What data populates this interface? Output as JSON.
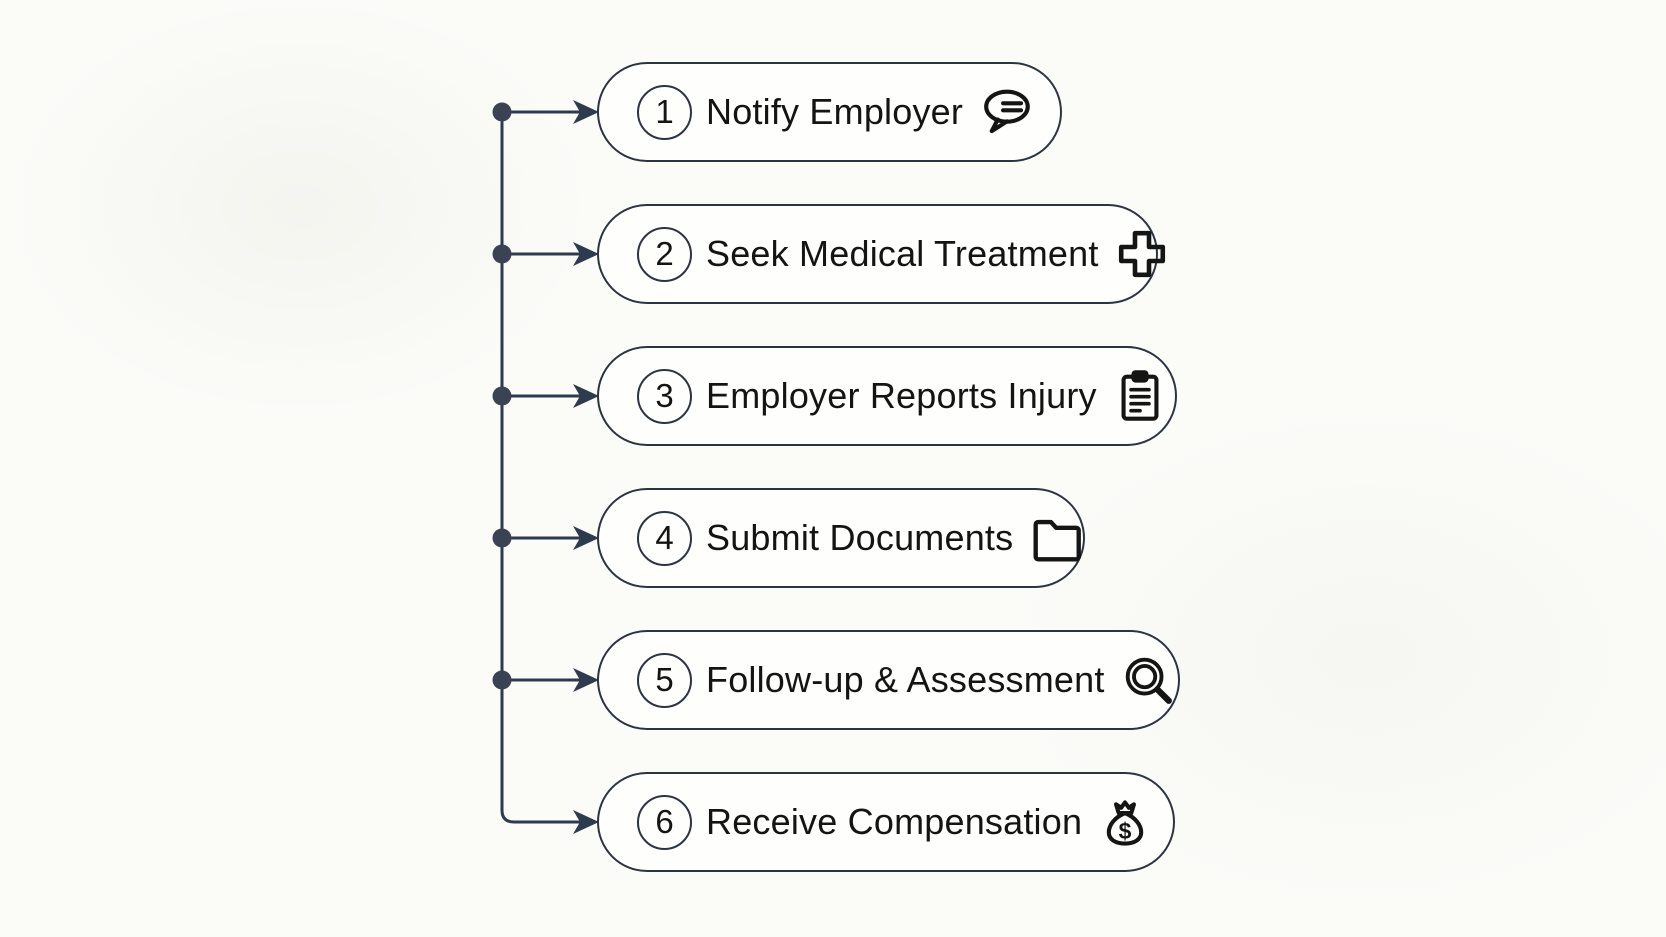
{
  "diagram": {
    "name": "workers-compensation-claim-process",
    "colors": {
      "bg": "#fbfbf8",
      "pill-bg": "#fefefc",
      "connector": "#2e3a4e",
      "dot": "#3a4254",
      "border": "#2c3442",
      "text": "#141414",
      "icon": "#151515"
    },
    "steps": [
      {
        "number": "1",
        "label": "Notify Employer",
        "icon": "speech-bubble-icon"
      },
      {
        "number": "2",
        "label": "Seek Medical Treatment",
        "icon": "medical-cross-icon"
      },
      {
        "number": "3",
        "label": "Employer Reports Injury",
        "icon": "clipboard-icon"
      },
      {
        "number": "4",
        "label": "Submit Documents",
        "icon": "folder-icon"
      },
      {
        "number": "5",
        "label": "Follow-up & Assessment",
        "icon": "magnifier-icon"
      },
      {
        "number": "6",
        "label": "Receive Compensation",
        "icon": "money-bag-icon"
      }
    ]
  }
}
